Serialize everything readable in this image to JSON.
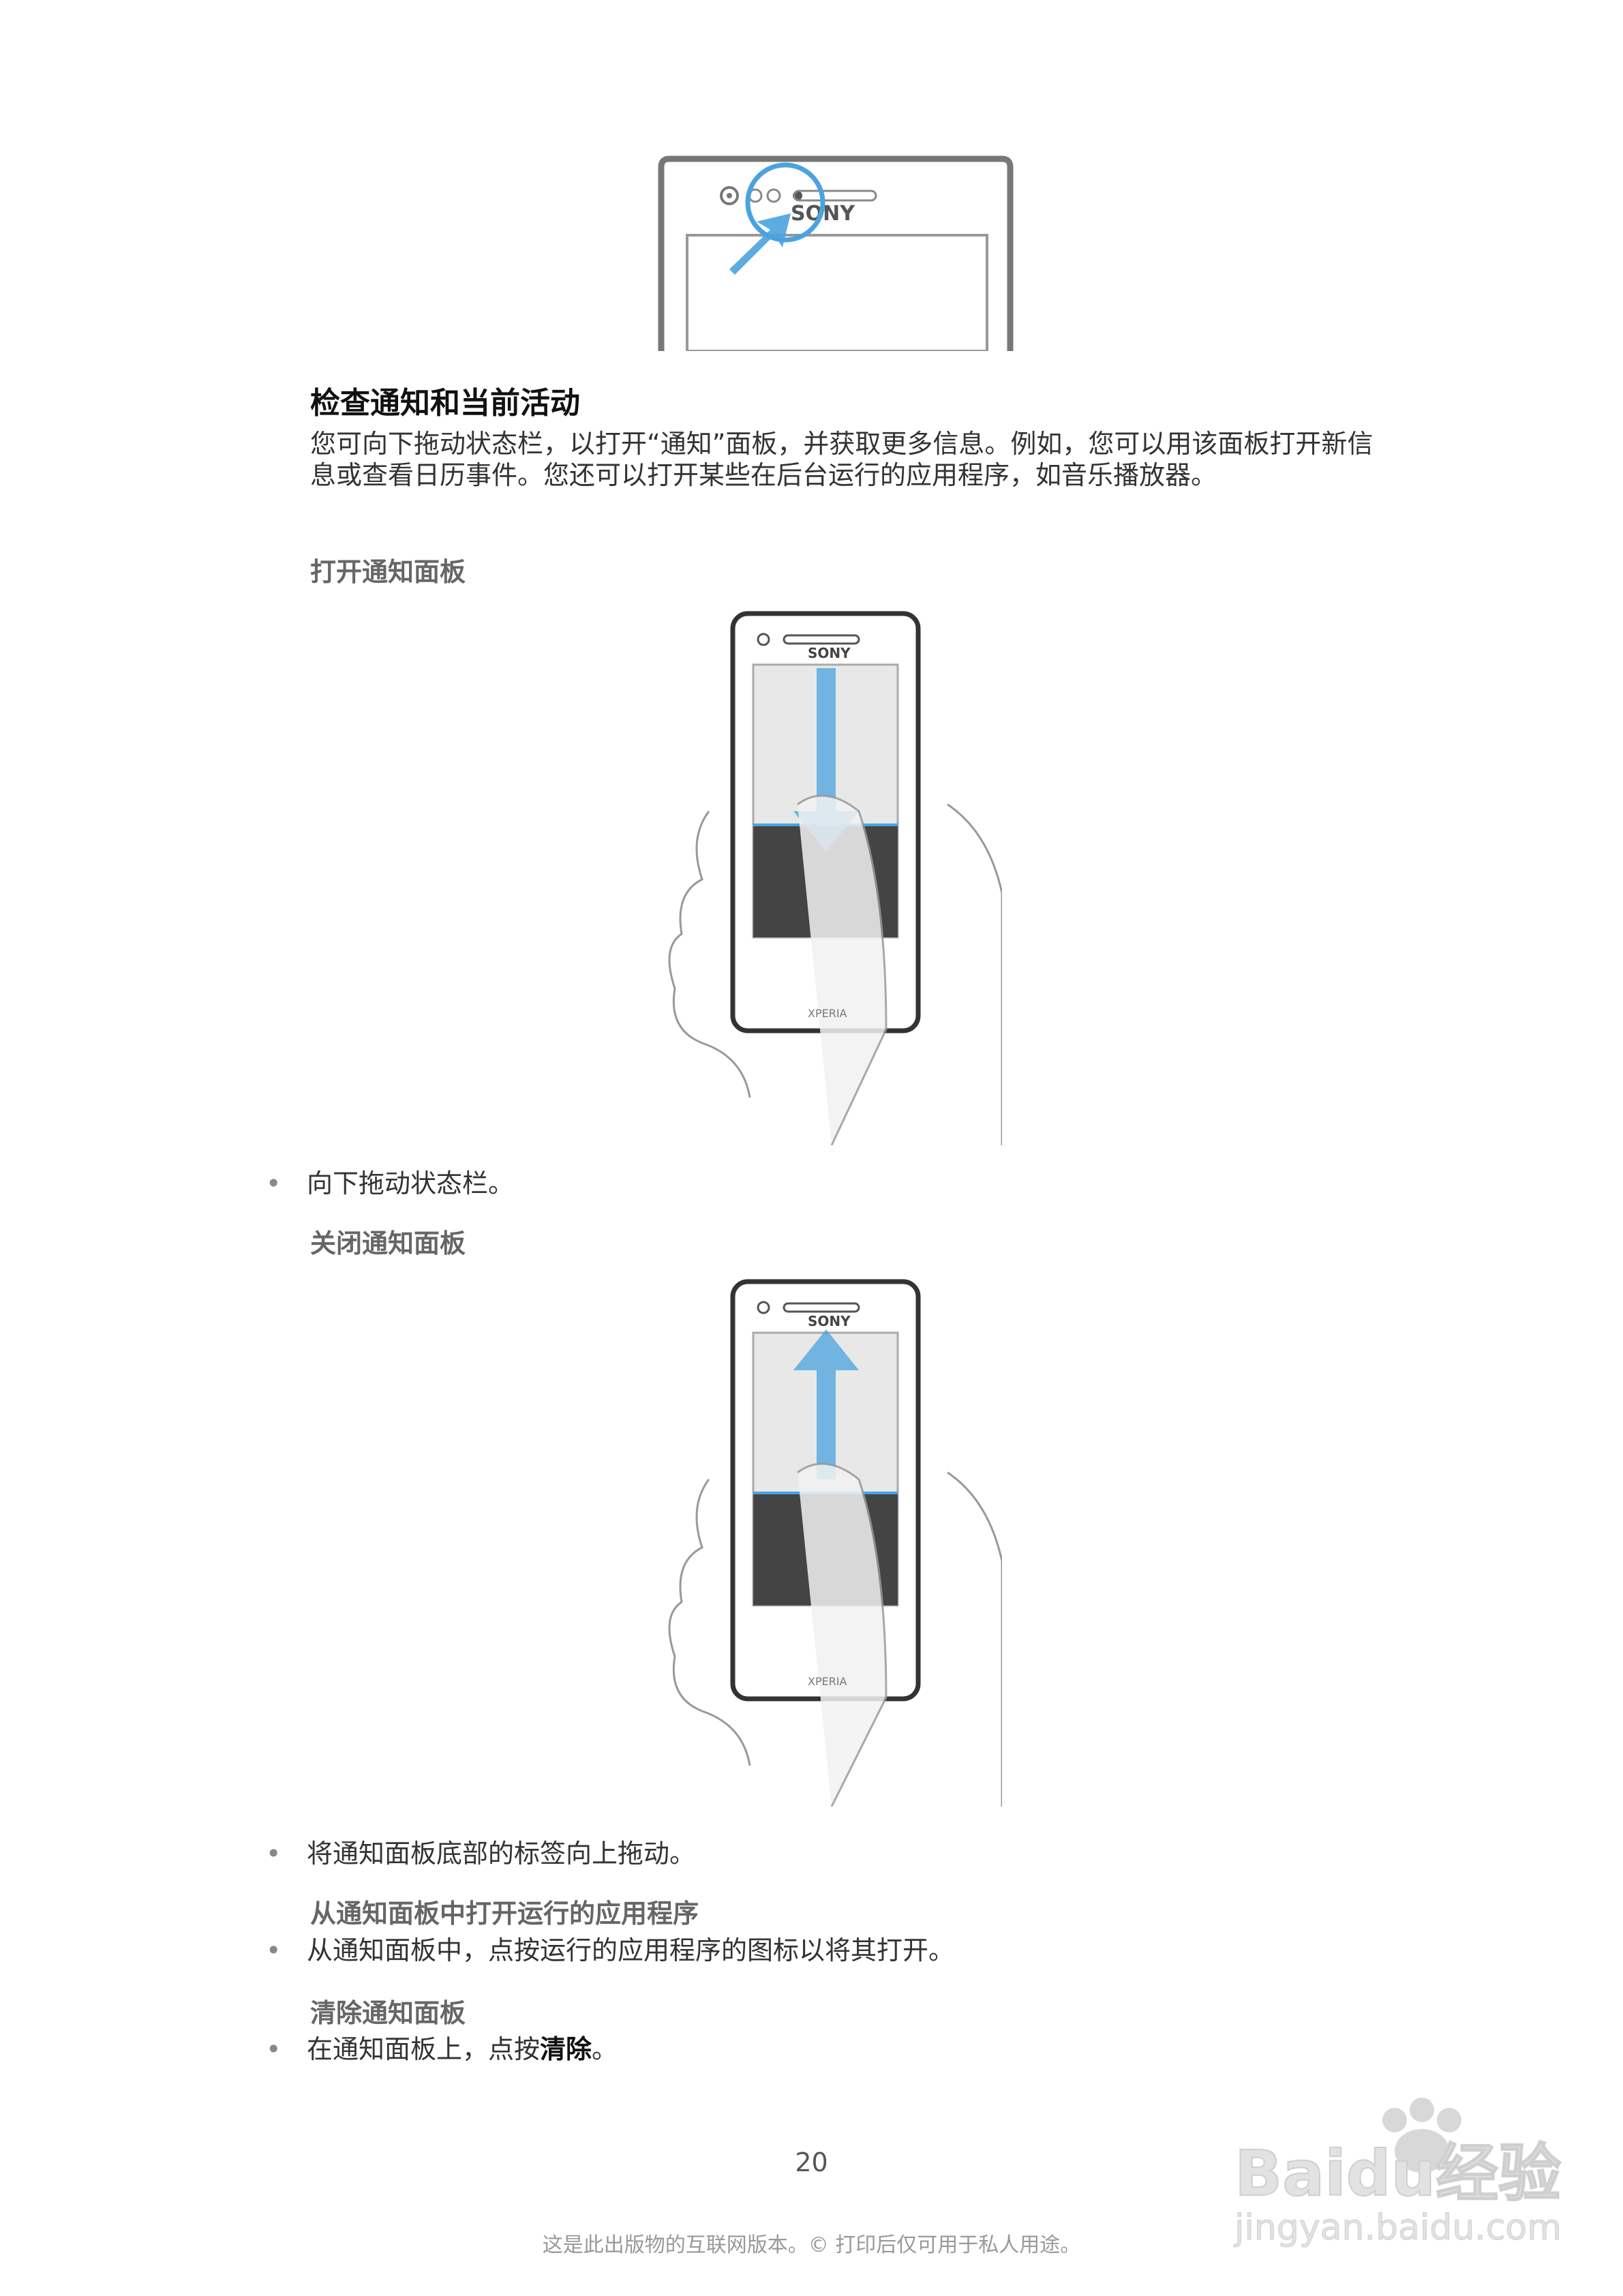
{
  "section": {
    "title": "检查通知和当前活动",
    "intro": "您可向下拖动状态栏，以打开“通知”面板，并获取更多信息。例如，您可以用该面板打开新信息或查看日历事件。您还可以打开某些在后台运行的应用程序，如音乐播放器。"
  },
  "figures": {
    "top_logo": "SONY",
    "phone_logo": "SONY",
    "phone_brand": "XPERIA"
  },
  "tasks": [
    {
      "title": "打开通知面板",
      "steps": [
        "向下拖动状态栏。"
      ]
    },
    {
      "title": "关闭通知面板",
      "steps": [
        "将通知面板底部的标签向上拖动。"
      ]
    },
    {
      "title": "从通知面板中打开运行的应用程序",
      "steps": [
        "从通知面板中，点按运行的应用程序的图标以将其打开。"
      ]
    },
    {
      "title": "清除通知面板",
      "step_prefix": "在通知面板上，点按",
      "step_bold": "清除",
      "step_suffix": "。"
    }
  ],
  "page_number": "20",
  "footer": "这是此出版物的互联网版本。© 打印后仅可用于私人用途。",
  "watermark": {
    "brand": "Baidu经验",
    "url": "jingyan.baidu.com"
  },
  "colors": {
    "accent_blue": "#4aa3df",
    "text": "#333333",
    "subheading": "#666666"
  }
}
